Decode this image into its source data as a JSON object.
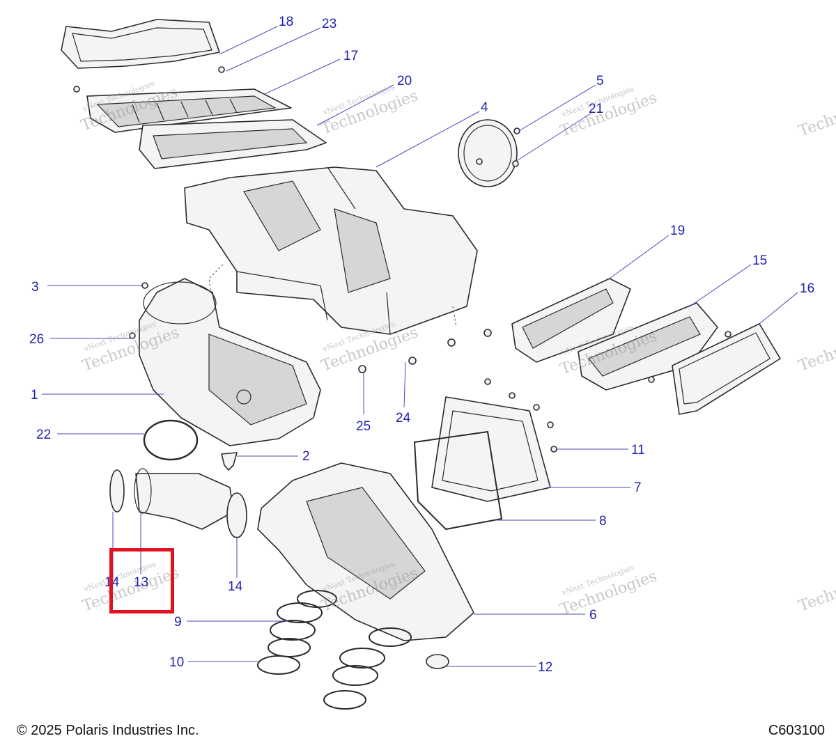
{
  "diagram": {
    "footer": {
      "copyright": "© 2025 Polaris Industries Inc.",
      "drawing_number": "C603100"
    },
    "watermark": {
      "line1": "vNext Technologies",
      "line2": "Technologies"
    },
    "callouts": {
      "c1": "1",
      "c2": "2",
      "c3": "3",
      "c4": "4",
      "c5": "5",
      "c6": "6",
      "c7": "7",
      "c8": "8",
      "c9": "9",
      "c10": "10",
      "c11": "11",
      "c12": "12",
      "c13": "13",
      "c14a": "14",
      "c14b": "14",
      "c15": "15",
      "c16": "16",
      "c17": "17",
      "c18": "18",
      "c19": "19",
      "c20": "20",
      "c21": "21",
      "c22": "22",
      "c23": "23",
      "c24": "24",
      "c25": "25",
      "c26": "26"
    },
    "colors": {
      "callout": "#1f1fb0",
      "highlight": "#e0141e"
    }
  }
}
